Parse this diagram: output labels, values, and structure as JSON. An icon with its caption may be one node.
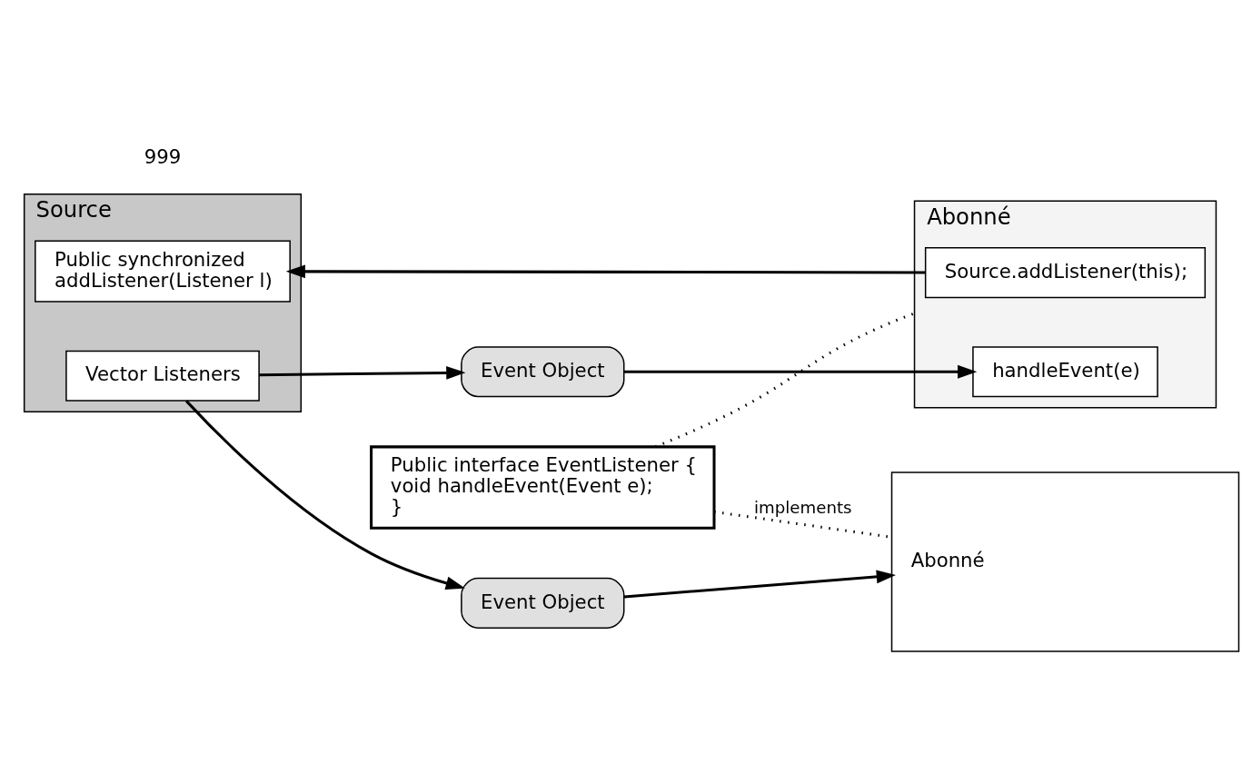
{
  "diagram": {
    "nodes": [
      {
        "text": [
          "Source"
        ]
      },
      {
        "text": [
          "Public synchronized",
          "addListener(Listener l)"
        ],
        "in": 0
      },
      {
        "text": [
          "Vector Listeners"
        ],
        "in": 0
      },
      {
        "text": [
          "Abonné"
        ]
      },
      {
        "text": [
          "Source.addListener(this);"
        ],
        "in": 3
      },
      {
        "text": [
          "handleEvent(e)"
        ],
        "in": 3
      },
      {
        "text": [
          "Event Object"
        ]
      },
      {
        "text": [
          "Event Object"
        ]
      },
      {
        "text": [
          "Abonné"
        ]
      },
      {
        "text": [
          "Public interface EventListener {",
          "void handleEvent(Event e);",
          "}"
        ]
      }
    ],
    "edges": [
      {
        "from": 4,
        "to": 1,
        "arrow": "to"
      },
      {
        "from": 2,
        "to": 6,
        "arrow": "to"
      },
      {
        "from": 2,
        "to": 7,
        "arrow": "to"
      },
      {
        "from": 6,
        "to": 5,
        "arrow": "to"
      },
      {
        "from": 7,
        "to": 8,
        "arrow": "to"
      },
      {
        "from": 9,
        "to": 3,
        "arrow": "none",
        "style": "dashed"
      },
      {
        "from": 9,
        "to": 8,
        "arrow": "none",
        "style": "dashed",
        "label": "implements"
      }
    ],
    "labels": [
      "999"
    ]
  }
}
